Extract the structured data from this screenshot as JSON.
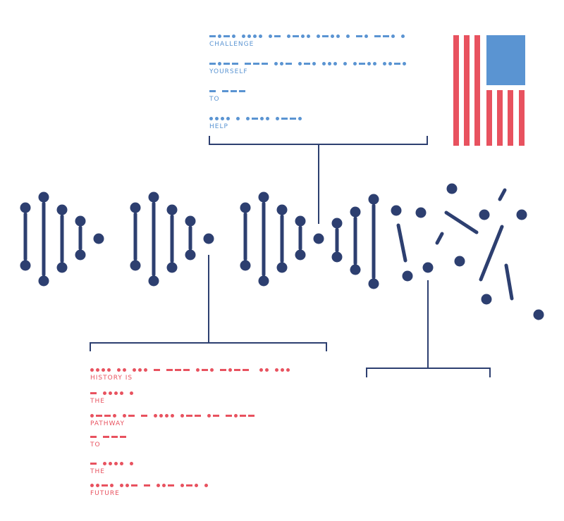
{
  "colors": {
    "navy": "#2d3f70",
    "blue": "#5a94d2",
    "red": "#e8525f",
    "flag_blue": "#5a94d2",
    "flag_red": "#e8525f"
  },
  "top_message": {
    "encoding": "morse",
    "lines": [
      "CHALLENGE",
      "YOURSELF",
      "TO",
      "HELP"
    ],
    "full_line_1": "CHALLENGE",
    "color": "#5a94d2"
  },
  "bottom_message": {
    "encoding": "morse",
    "lines": [
      "HISTORY IS",
      "THE",
      "PATHWAY",
      "TO",
      "THE",
      "FUTURE"
    ],
    "color": "#e8525f"
  },
  "graphic": {
    "subject": "dna-helix-breaking-apart",
    "flag": "usa-flag-stylized"
  }
}
